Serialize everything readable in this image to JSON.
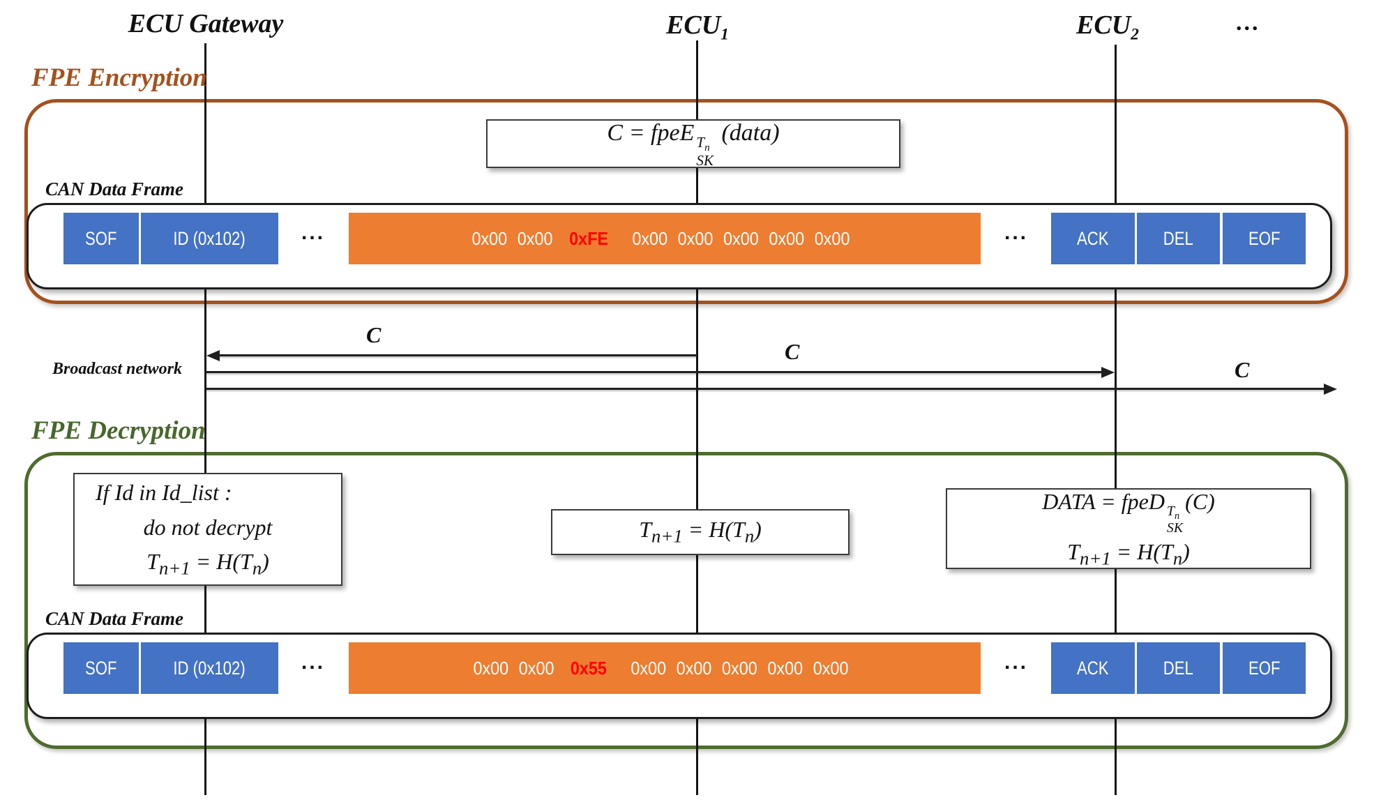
{
  "header": {
    "gateway_label": "ECU Gateway",
    "ecu1_base": "ECU",
    "ecu1_sub": "1",
    "ecu2_base": "ECU",
    "ecu2_sub": "2",
    "ellipsis": "..."
  },
  "encryption": {
    "section_label": "FPE Encryption",
    "accent_color": "#A4511E",
    "formula": {
      "lead": "C = fpeE",
      "sup_base": "T",
      "sup_sub": "n",
      "sub": "SK",
      "tail": " (data)"
    },
    "frame_label": "CAN Data Frame",
    "frame": {
      "sof": "SOF",
      "id": "ID (0x102)",
      "dots1": "...",
      "data_pre": "0x00 0x00",
      "data_red": "0xFE",
      "data_post": "0x00 0x00 0x00 0x00 0x00",
      "dots2": "...",
      "ack": "ACK",
      "del": "DEL",
      "eof": "EOF"
    }
  },
  "broadcast": {
    "label": "Broadcast network",
    "msg1_label": "C",
    "msg2_label": "C",
    "msg3_label": "C"
  },
  "decryption": {
    "section_label": "FPE Decryption",
    "accent_color": "#4F6B2F",
    "gateway_box": {
      "line1": "If Id in Id_list :",
      "line2": "do not decrypt",
      "tn": {
        "lead": "T",
        "lead_sub": "n+1",
        "mid": " = H(T",
        "tail_sub": "n",
        "tail": ")"
      }
    },
    "ecu1_box": {
      "tn": {
        "lead": "T",
        "lead_sub": "n+1",
        "mid": " = H(T",
        "tail_sub": "n",
        "tail": ")"
      }
    },
    "ecu2_box": {
      "formula": {
        "lead": "DATA = fpeD",
        "sup_base": "T",
        "sup_sub": "n",
        "sub": "SK",
        "tail": "(C)"
      },
      "tn": {
        "lead": "T",
        "lead_sub": "n+1",
        "mid": " = H(T",
        "tail_sub": "n",
        "tail": ")"
      }
    },
    "frame_label": "CAN Data Frame",
    "frame": {
      "sof": "SOF",
      "id": "ID (0x102)",
      "dots1": "...",
      "data_pre": "0x00 0x00",
      "data_red": "0x55",
      "data_post": "0x00 0x00 0x00 0x00 0x00",
      "dots2": "...",
      "ack": "ACK",
      "del": "DEL",
      "eof": "EOF"
    }
  },
  "colors": {
    "field_blue": "#4472C4",
    "field_orange": "#ED7D31",
    "highlight_red": "#FF0000",
    "encryption_brown": "#A4511E",
    "decryption_green": "#4F6B2F"
  }
}
